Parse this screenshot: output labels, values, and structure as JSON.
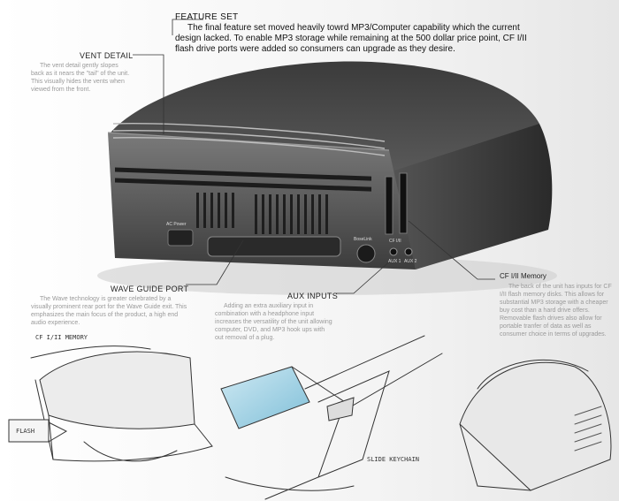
{
  "feature_set": {
    "title": "FEATURE SET",
    "text": "The final feature set moved heavily towrd MP3/Computer capability which the current design lacked. To enable MP3 storage while remaining at the 500 dollar price point, CF I/II flash drive ports were added so consumers can upgrade as they desire."
  },
  "vent_detail": {
    "title": "VENT DETAIL",
    "text": "The vent detail gently slopes back as it nears the \"tail\" of the unit. This visually hides the vents when viewed from the front."
  },
  "wave_guide": {
    "title": "WAVE GUIDE PORT",
    "text": "The Wave technology is greater celebrated by a visually prominent rear port for the Wave Guide exit. This emphasizes the main focus of the product, a high end audio experience."
  },
  "aux_inputs": {
    "title": "AUX INPUTS",
    "text": "Adding an extra auxiliary input in combination with a headphone input increases the versatility of the unit allowing computer, DVD, and MP3 hook ups with out removal of a plug."
  },
  "cf_memory": {
    "title": "CF I/II Memory",
    "text": "The back of the unit has inputs for CF I/II flash memory disks. This allows for substantial MP3 storage with a cheaper buy cost than a hard drive offers. Removable flash drives also allow for portable tranfer of data as well as consumer choice in terms of upgrades."
  },
  "unit_labels": {
    "ac_power": "AC Power",
    "boselink": "BoseLink",
    "cf_ports": "CF I/II",
    "aux1": "AUX 1",
    "aux2": "AUX 2"
  },
  "sketch_labels": {
    "cf_memory": "CF I/II MEMORY",
    "flash": "FLASH",
    "slide_keychain": "SLIDE KEYCHAIN"
  }
}
